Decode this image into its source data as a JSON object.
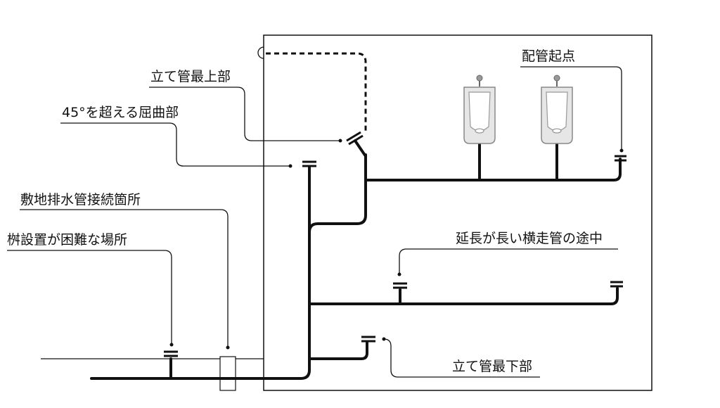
{
  "labels": {
    "pipe_start": "配管起点",
    "stack_top": "立て管最上部",
    "bend_over_45": "45°を超える屈曲部",
    "site_drain_connection": "敷地排水管接続箇所",
    "no_catch_basin": "桝設置が困難な場所",
    "long_horizontal_midway": "延長が長い横走管の途中",
    "stack_bottom": "立て管最下部"
  },
  "colors": {
    "line": "#111111",
    "fixture_outline": "#888888",
    "fixture_fill": "#e6e6e6",
    "background": "#ffffff"
  },
  "fixtures": {
    "urinals": [
      "urinal-icon",
      "urinal-icon"
    ]
  }
}
